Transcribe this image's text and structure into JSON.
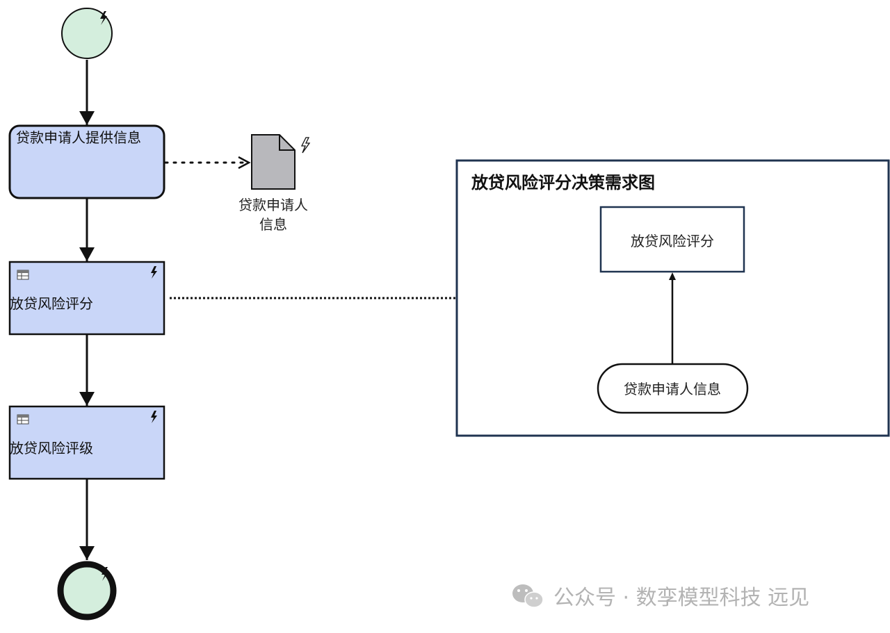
{
  "process": {
    "start_event": {
      "icon": "lightning-icon"
    },
    "task_provide_info": {
      "label": "贷款申请人提供信息"
    },
    "data_object": {
      "label_line1": "贷款申请人",
      "label_line2": "信息",
      "icon": "document-icon"
    },
    "task_risk_score": {
      "label": "放贷风险评分",
      "type_icon": "decision-table-icon"
    },
    "task_risk_rating": {
      "label": "放贷风险评级",
      "type_icon": "decision-table-icon"
    },
    "end_event": {
      "icon": "lightning-icon"
    }
  },
  "drd": {
    "title": "放贷风险评分决策需求图",
    "decision_label": "放贷风险评分",
    "input_data_label": "贷款申请人信息"
  },
  "watermark": {
    "text": "公众号 · 数孪模型科技 远见",
    "icon": "wechat-icon"
  },
  "colors": {
    "task_fill": "#c9d6f8",
    "event_fill": "#d4eedd",
    "doc_fill": "#b8b8bc",
    "frame_stroke": "#1f3350"
  }
}
